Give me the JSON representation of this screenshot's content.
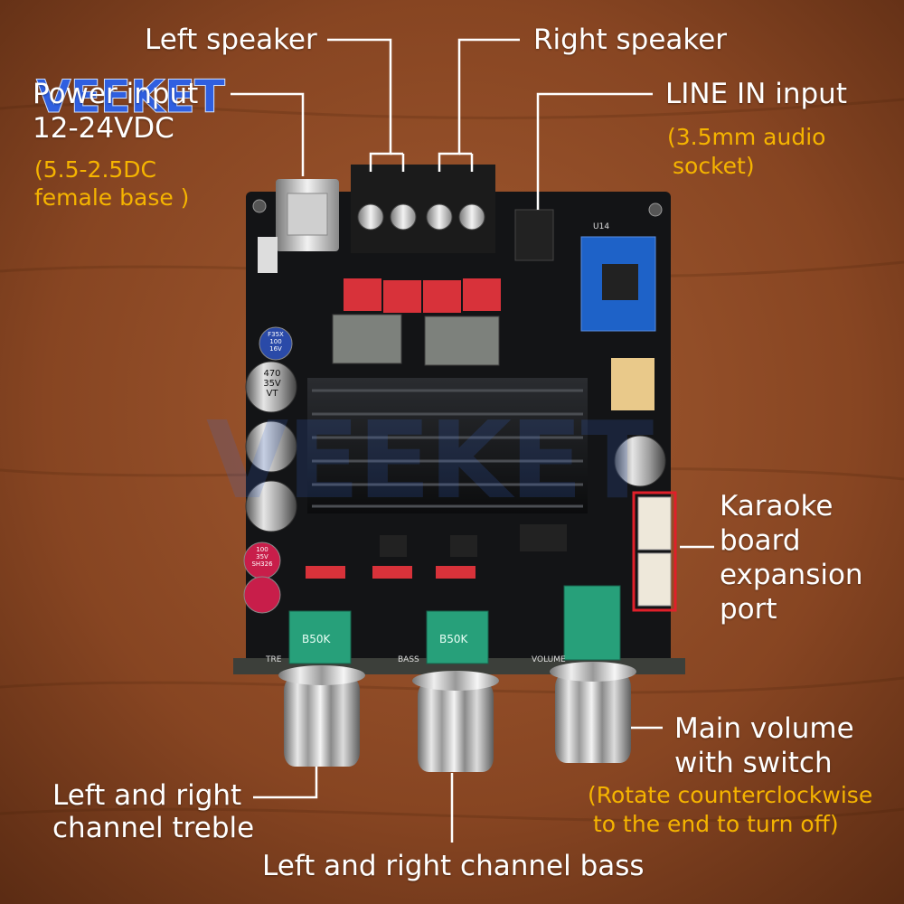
{
  "brand": {
    "logo": "VEEKET",
    "watermark": "VEEKET"
  },
  "labels": {
    "left_speaker": "Left speaker",
    "right_speaker": "Right speaker",
    "power_input": [
      "Power input",
      "12-24VDC"
    ],
    "power_note": [
      "(5.5-2.5DC",
      "female base )"
    ],
    "line_in": "LINE IN input",
    "line_in_note": [
      "(3.5mm audio",
      "socket)"
    ],
    "karaoke": [
      "Karaoke",
      "board",
      "expansion",
      "port"
    ],
    "volume": [
      "Main volume",
      "with switch"
    ],
    "volume_note": [
      "(Rotate counterclockwise",
      "to the end to turn off)"
    ],
    "treble": [
      "Left and right",
      "channel treble"
    ],
    "bass": "Left and right channel bass"
  },
  "board_markings": {
    "knob_treble": "TRE",
    "knob_bass": "BASS",
    "knob_volume": "VOLUME",
    "pot_value": "B50K",
    "cap_large": [
      "470",
      "35V",
      "VT"
    ],
    "cap_small": [
      "100",
      "35V",
      "SH326"
    ],
    "cap_blue": [
      "F35X",
      "100",
      "16V"
    ],
    "bt_module": "U14"
  },
  "colors": {
    "background": "#8a4a26",
    "board": "#141517",
    "label_text": "#ffffff",
    "note_text": "#f5b400",
    "highlight_box": "#e0202a",
    "connector_red": "#d8323a",
    "pot_green": "#27a07a"
  }
}
